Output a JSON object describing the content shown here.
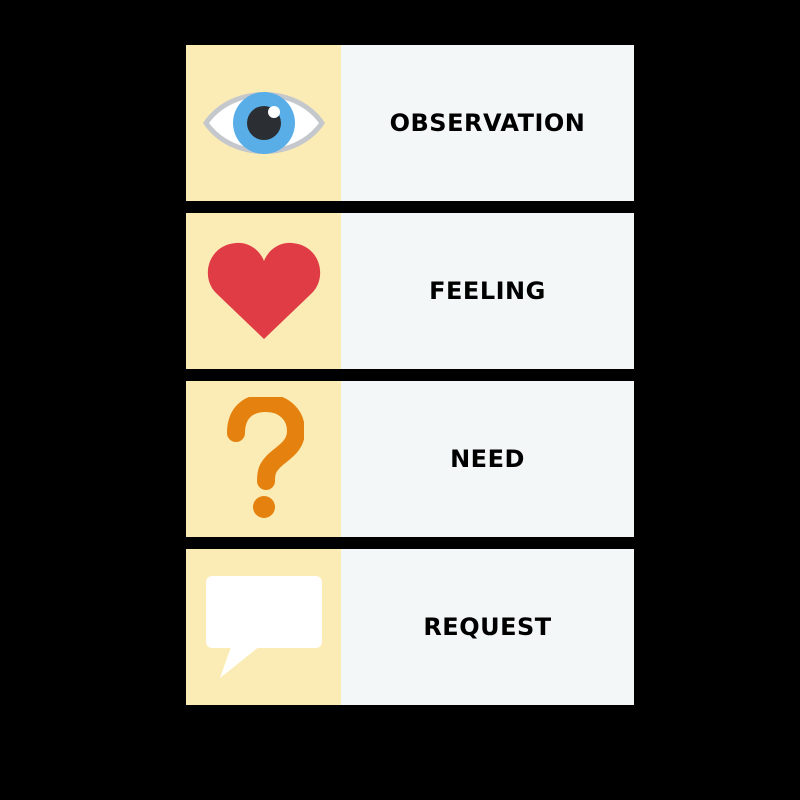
{
  "steps": [
    {
      "label": "OBSERVATION",
      "icon": "eye-icon"
    },
    {
      "label": "FEELING",
      "icon": "heart-icon"
    },
    {
      "label": "NEED",
      "icon": "question-mark-icon"
    },
    {
      "label": "REQUEST",
      "icon": "speech-bubble-icon"
    }
  ],
  "colors": {
    "background": "#000000",
    "icon_panel": "#fbebb4",
    "label_panel": "#f4f7f8",
    "eye_iris": "#5aaee8",
    "heart": "#e03c46",
    "question": "#e5820f",
    "bubble": "#ffffff"
  }
}
